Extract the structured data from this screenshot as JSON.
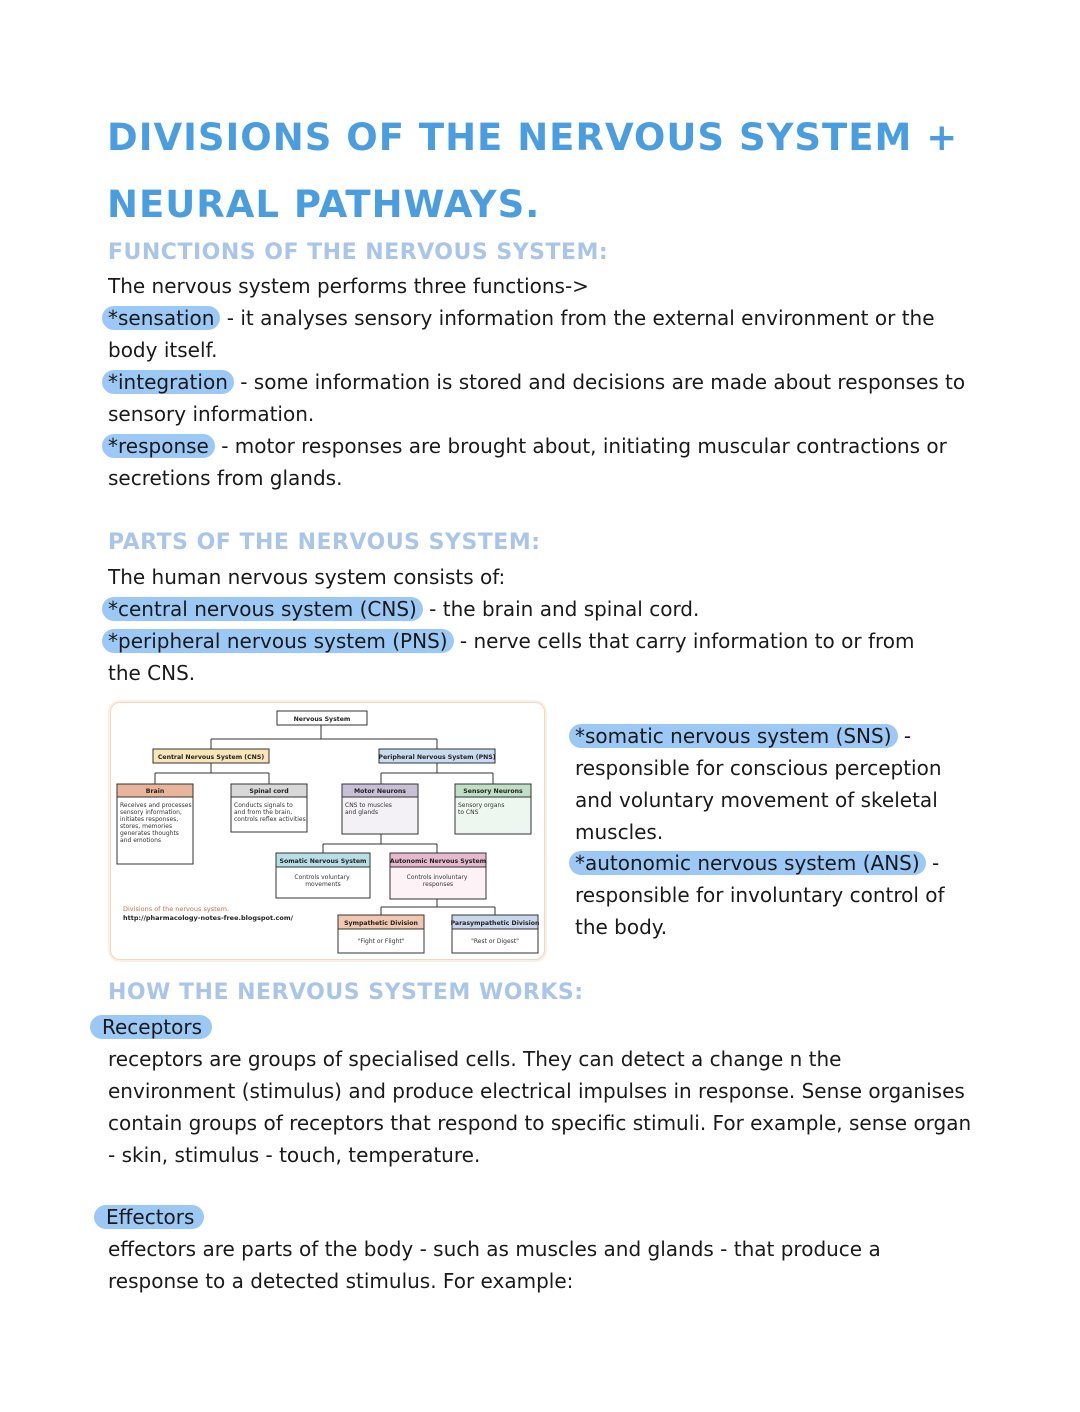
{
  "title": {
    "line1": "DIVISIONS OF THE NERVOUS SYSTEM +",
    "line2": "NEURAL PATHWAYS."
  },
  "functions": {
    "heading": "FUNCTIONS OF THE NERVOUS SYSTEM:",
    "intro": "The nervous system performs three functions->",
    "items": [
      {
        "term": "*sensation",
        "text1": " - it analyses sensory information from the external environment or the",
        "text2": "body itself."
      },
      {
        "term": "*integration",
        "text1": " - some information is stored and decisions are made about responses to",
        "text2": "sensory information."
      },
      {
        "term": "*response",
        "text1": " - motor responses are brought about, initiating muscular contractions or",
        "text2": "secretions from glands."
      }
    ]
  },
  "parts": {
    "heading": "PARTS OF THE NERVOUS SYSTEM:",
    "intro": "The human nervous system consists of:",
    "items": [
      {
        "term": "*central nervous system (CNS)",
        "text1": " - the brain and spinal cord.",
        "text2": ""
      },
      {
        "term": "*peripheral nervous system (PNS)",
        "text1": " - nerve cells that carry information to or from",
        "text2": "the CNS."
      }
    ]
  },
  "side_notes": [
    {
      "term": "*somatic nervous system (SNS)",
      "after": " -",
      "lines": [
        "responsible for conscious perception",
        "and voluntary movement of skeletal",
        "muscles."
      ]
    },
    {
      "term": "*autonomic nervous system (ANS)",
      "after": " -",
      "lines": [
        "responsible for involuntary control of",
        "the body."
      ]
    }
  ],
  "diagram": {
    "root": "Nervous System",
    "cns": "Central Nervous System (CNS)",
    "pns": "Peripheral Nervous System (PNS)",
    "brain": "Brain",
    "brain_desc": [
      "Receives and processes",
      "sensory information,",
      "initiates responses,",
      "stores, memories",
      "generates thoughts",
      "and emotions"
    ],
    "spinal": "Spinal cord",
    "spinal_desc": [
      "Conducts signals to",
      "and from the brain,",
      "controls reflex activities"
    ],
    "motor": "Motor Neurons",
    "motor_desc": [
      "CNS to muscles",
      "and glands"
    ],
    "sensory": "Sensory Neurons",
    "sensory_desc": [
      "Sensory organs",
      "to CNS"
    ],
    "somatic": "Somatic Nervous System",
    "somatic_desc": [
      "Controls voluntary",
      "movements"
    ],
    "autonomic": "Autonomic Nervous System",
    "autonomic_desc": [
      "Controls involuntary",
      "responses"
    ],
    "sympathetic": "Sympathetic Division",
    "sympathetic_desc": "\"Fight or Flight\"",
    "parasympathetic": "Parasympathetic Division",
    "parasympathetic_desc": "\"Rest or Digest\"",
    "caption": "Divisions of the nervous system.",
    "source": "http://pharmacology-notes-free.blogspot.com/",
    "colors": {
      "brain": "#e8b49a",
      "spinal": "#d8d8d8",
      "motor": "#c9c0d8",
      "sensory": "#bfe0c4",
      "somatic": "#b9dfe6",
      "autonomic": "#e7b9cf",
      "sympathetic": "#f2c7b0",
      "parasympathetic": "#c9d7ec",
      "cns": "#f9e6b8",
      "pns": "#c9dcef"
    }
  },
  "works": {
    "heading": "HOW THE NERVOUS SYSTEM WORKS:",
    "receptors_term": "Receptors",
    "receptors_lines": [
      "receptors are groups of specialised cells. They can detect a change n the",
      "environment (stimulus) and produce electrical impulses in response. Sense organises",
      "contain groups of receptors that respond to specific stimuli. For example, sense organ",
      "- skin, stimulus - touch, temperature."
    ],
    "effectors_term": "Effectors",
    "effectors_lines": [
      "effectors are parts of the body - such as muscles and glands - that produce a",
      "response to a detected stimulus. For example:"
    ]
  },
  "highlight_color": "#9cc8f5",
  "accent_color": "#4a9ee0",
  "subheading_color": "#a9c6ea"
}
